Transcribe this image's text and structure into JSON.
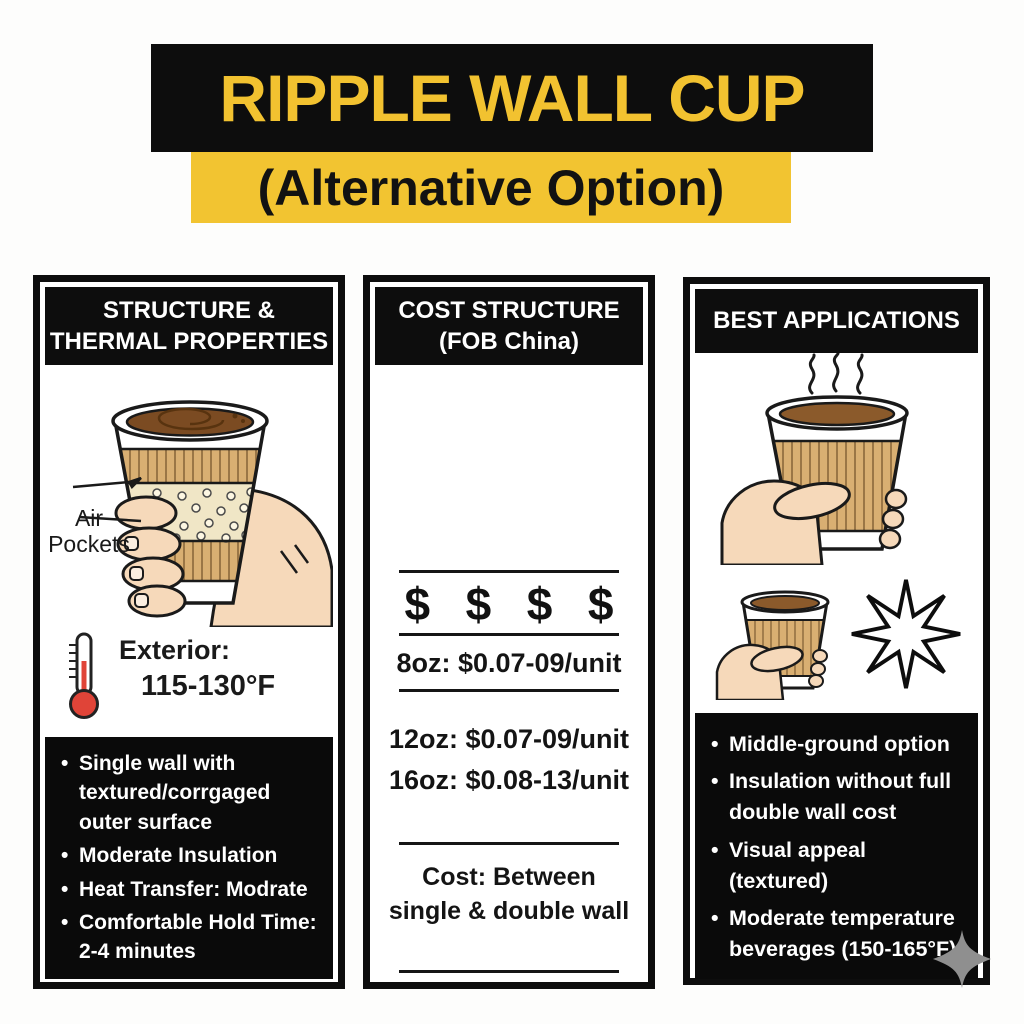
{
  "header": {
    "title": "RIPPLE WALL CUP",
    "subtitle": "(Alternative Option)"
  },
  "colors": {
    "accent_yellow": "#F2C431",
    "panel_black": "#0D0D0D",
    "thermometer_red": "#E04438",
    "cup_ripple_tan": "#D9AF72",
    "sleeve_cream": "#F0E6C6",
    "coffee_brown": "#7B4B22",
    "skin_tone": "#F6D9BA",
    "sparkle_gray": "#8F8F8F"
  },
  "columns": [
    {
      "header_lines": [
        "STRUCTURE &",
        "THERMAL PROPERTIES"
      ],
      "air_pockets_label": "Air Pockets",
      "exterior_label": "Exterior:",
      "exterior_value": "115-130°F",
      "bullets": [
        "Single wall with textured/corrgaged outer surface",
        "Moderate Insulation",
        "Heat Transfer: Modrate",
        "Comfortable Hold Time: 2-4 minutes"
      ]
    },
    {
      "header_lines": [
        "COST STRUCTURE",
        "(FOB China)"
      ],
      "dollar_signs": [
        "$",
        "$",
        "$",
        "$"
      ],
      "price_8oz": "8oz: $0.07-09/unit",
      "price_12oz": "12oz: $0.07-09/unit",
      "price_16oz": "16oz: $0.08-13/unit",
      "cost_note": "Cost: Between single & double wall"
    },
    {
      "header_lines": [
        "BEST APPLICATIONS"
      ],
      "bullets": [
        "Middle-ground option",
        "Insulation without full double wall cost",
        "Visual appeal (textured)",
        "Moderate temperature beverages (150-165°F)"
      ]
    }
  ],
  "icons": {
    "thermometer": "thermometer-icon",
    "dollar": "dollar-sign",
    "star_burst": "eight-point-star-icon",
    "sparkle": "four-point-sparkle-icon",
    "steam": "steam-icon",
    "ripple_cup_in_hand": "ripple-cup-hand-illustration"
  }
}
